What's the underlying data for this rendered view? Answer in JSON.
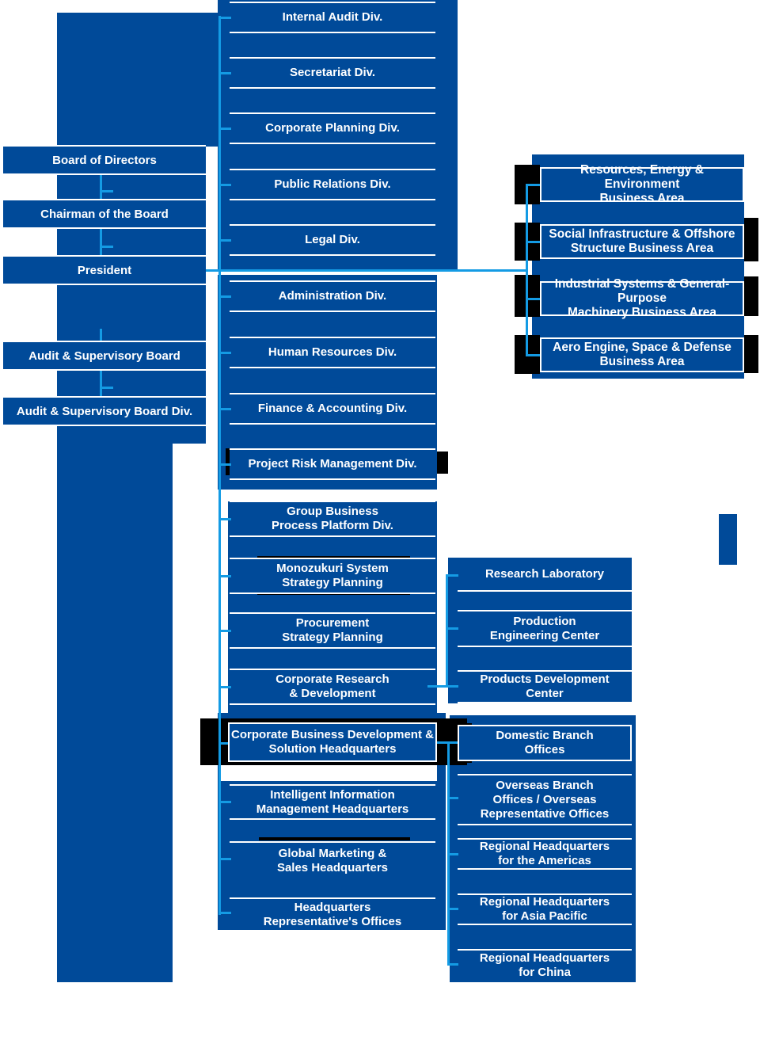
{
  "colors": {
    "panel_blue": "#004A99",
    "connector_cyan": "#149BE4",
    "accent_black": "#000000",
    "text_white": "#FFFFFF"
  },
  "left_column": {
    "items": [
      {
        "lines": [
          "Board of Directors"
        ]
      },
      {
        "lines": [
          "Chairman of the Board"
        ]
      },
      {
        "lines": [
          "President"
        ]
      },
      {
        "lines": [
          "Audit & Supervisory Board"
        ]
      },
      {
        "lines": [
          "Audit & Supervisory Board Div."
        ]
      }
    ]
  },
  "middle_column": {
    "sections": [
      {
        "items": [
          {
            "lines": [
              "Internal Audit Div."
            ]
          },
          {
            "lines": [
              "Secretariat Div."
            ]
          },
          {
            "lines": [
              "Corporate Planning Div."
            ]
          },
          {
            "lines": [
              "Public Relations Div."
            ]
          },
          {
            "lines": [
              "Legal Div."
            ]
          }
        ]
      },
      {
        "items": [
          {
            "lines": [
              "Administration Div."
            ]
          },
          {
            "lines": [
              "Human Resources Div."
            ]
          },
          {
            "lines": [
              "Finance & Accounting Div."
            ]
          },
          {
            "lines": [
              "Project Risk Management Div."
            ]
          }
        ]
      },
      {
        "items": [
          {
            "lines": [
              "Group Business",
              "Process Platform Div."
            ]
          },
          {
            "lines": [
              "Monozukuri System",
              "Strategy Planning"
            ]
          },
          {
            "lines": [
              "Procurement",
              "Strategy Planning"
            ]
          },
          {
            "lines": [
              "Corporate Research",
              "& Development"
            ]
          }
        ]
      },
      {
        "items": [
          {
            "lines": [
              "Corporate Business Development &",
              "Solution Headquarters"
            ]
          },
          {
            "lines": [
              "Intelligent Information",
              "Management Headquarters"
            ]
          },
          {
            "lines": [
              "Global Marketing &",
              "Sales Headquarters"
            ]
          },
          {
            "lines": [
              "Headquarters",
              "Representative's Offices"
            ]
          }
        ]
      }
    ]
  },
  "business_areas": {
    "items": [
      {
        "lines": [
          "Resources, Energy & Environment",
          "Business Area"
        ]
      },
      {
        "lines": [
          "Social Infrastructure & Offshore",
          "Structure Business Area"
        ]
      },
      {
        "lines": [
          "Industrial Systems & General-Purpose",
          "Machinery Business Area"
        ]
      },
      {
        "lines": [
          "Aero Engine, Space & Defense",
          "Business Area"
        ]
      }
    ]
  },
  "research_column": {
    "items": [
      {
        "lines": [
          "Research Laboratory"
        ]
      },
      {
        "lines": [
          "Production",
          "Engineering Center"
        ]
      },
      {
        "lines": [
          "Products Development",
          "Center"
        ]
      }
    ]
  },
  "branch_column": {
    "items": [
      {
        "lines": [
          "Domestic Branch",
          "Offices"
        ]
      },
      {
        "lines": [
          "Overseas Branch",
          "Offices / Overseas",
          "Representative Offices"
        ]
      },
      {
        "lines": [
          "Regional Headquarters",
          "for the Americas"
        ]
      },
      {
        "lines": [
          "Regional Headquarters",
          "for Asia Pacific"
        ]
      },
      {
        "lines": [
          "Regional Headquarters",
          "for China"
        ]
      }
    ]
  }
}
